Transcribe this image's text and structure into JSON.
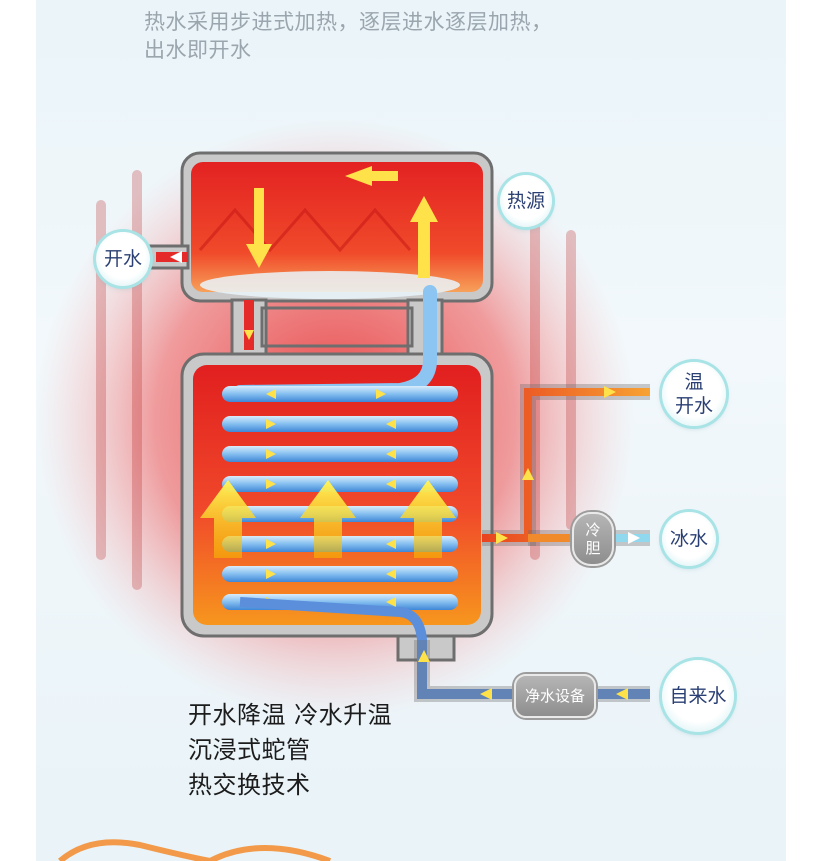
{
  "intro": {
    "line1": "热水采用步进式加热，逐层进水逐层加热，",
    "line2": "出水即开水"
  },
  "labels": {
    "heat_source": "热源",
    "boiling_water": "开水",
    "warm_water_line1": "温",
    "warm_water_line2": "开水",
    "ice_water": "冰水",
    "tap_water": "自来水",
    "cooler_line1": "冷",
    "cooler_line2": "胆",
    "purifier": "净水设备"
  },
  "caption": {
    "line1": "开水降温 冷水升温",
    "line2": "沉浸式蛇管",
    "line3": "热交换技术"
  },
  "colors": {
    "hot": "#e52a2a",
    "warm": "#f08a2a",
    "cold": "#5aa0e8",
    "frame": "#6e6e6e",
    "bubble_ring": "#a8e3e6",
    "label_text": "#2a3f73"
  }
}
